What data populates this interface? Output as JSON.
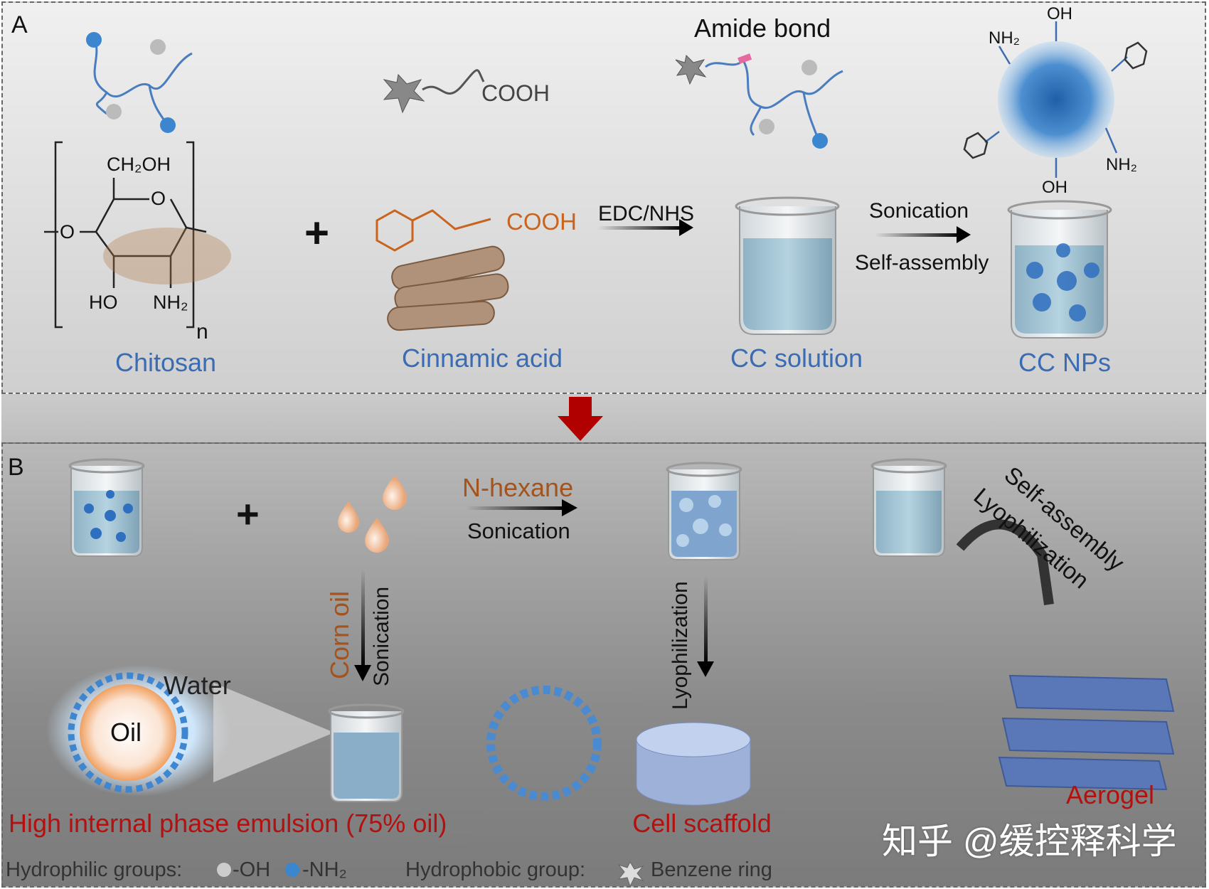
{
  "panel_a": {
    "letter": "A",
    "labels": {
      "chitosan": "Chitosan",
      "cinnamic_acid": "Cinnamic acid",
      "cc_solution": "CC solution",
      "cc_nps": "CC NPs"
    },
    "chem": {
      "ch2oh": "CH₂OH",
      "ring_o": "O",
      "chain_o": "O",
      "ho": "HO",
      "nh2": "NH₂",
      "n": "n",
      "cooh_top": "COOH",
      "cooh_orange": "COOH",
      "amide_bond": "Amide bond",
      "oh_top": "OH",
      "nh2_top": "NH₂",
      "nh2_right": "NH₂",
      "oh_bottom": "OH"
    },
    "plus": "+",
    "arrows": {
      "edc_nhs": "EDC/NHS",
      "sonication": "Sonication",
      "self_assembly": "Self-assembly"
    }
  },
  "panel_b": {
    "letter": "B",
    "plus": "+",
    "arrows": {
      "n_hexane": "N-hexane",
      "sonication_h": "Sonication",
      "corn_oil": "Corn oil",
      "sonication_v": "Sonication",
      "lyophilization_v": "Lyophilization",
      "self_assembly": "Self-assembly",
      "lyophilization": "Lyophilization"
    },
    "emulsion": {
      "water": "Water",
      "oil": "Oil"
    },
    "labels": {
      "hipe": "High internal phase emulsion (75% oil)",
      "cell_scaffold": "Cell scaffold",
      "aerogel": "Aerogel"
    },
    "legend": {
      "hydrophilic": "Hydrophilic groups:",
      "oh": "-OH",
      "nh2": "-NH₂",
      "hydrophobic": "Hydrophobic group:",
      "benzene": "Benzene ring"
    }
  },
  "watermark": "知乎 @缓控释科学",
  "colors": {
    "label_blue": "#3a6cb3",
    "label_red": "#b3100f",
    "orange": "#c8641e",
    "arrow_red": "#b00000"
  }
}
